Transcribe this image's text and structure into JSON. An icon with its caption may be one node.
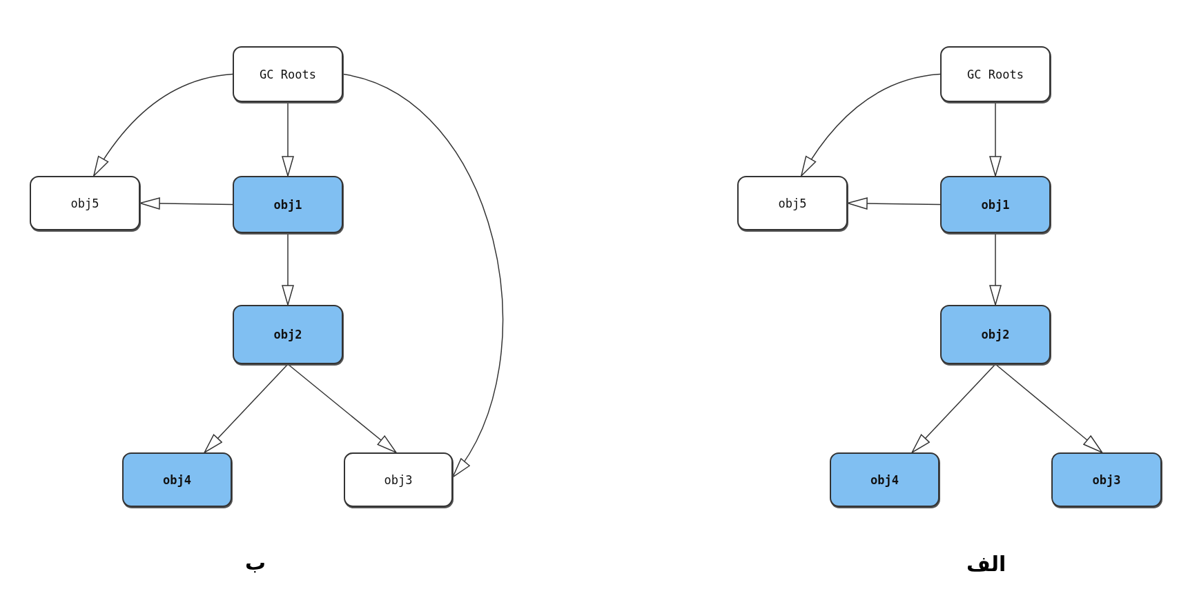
{
  "diagram": {
    "nodes": [
      {
        "text": [
          "GC Roots"
        ]
      },
      {
        "text": [
          "obj5"
        ]
      },
      {
        "text": [
          "obj1"
        ]
      },
      {
        "text": [
          "obj2"
        ]
      },
      {
        "text": [
          "obj4"
        ]
      },
      {
        "text": [
          "obj3"
        ]
      },
      {
        "text": [
          "GC Roots"
        ]
      },
      {
        "text": [
          "obj5"
        ]
      },
      {
        "text": [
          "obj1"
        ]
      },
      {
        "text": [
          "obj2"
        ]
      },
      {
        "text": [
          "obj4"
        ]
      },
      {
        "text": [
          "obj3"
        ]
      }
    ],
    "edges": [
      {
        "from": 0,
        "to": 1,
        "arrow": "to"
      },
      {
        "from": 0,
        "to": 2,
        "arrow": "to"
      },
      {
        "from": 0,
        "to": 5,
        "arrow": "to"
      },
      {
        "from": 2,
        "to": 1,
        "arrow": "to"
      },
      {
        "from": 2,
        "to": 3,
        "arrow": "to"
      },
      {
        "from": 3,
        "to": 4,
        "arrow": "to"
      },
      {
        "from": 3,
        "to": 5,
        "arrow": "to"
      },
      {
        "from": 6,
        "to": 7,
        "arrow": "to"
      },
      {
        "from": 6,
        "to": 8,
        "arrow": "to"
      },
      {
        "from": 8,
        "to": 7,
        "arrow": "to"
      },
      {
        "from": 8,
        "to": 9,
        "arrow": "to"
      },
      {
        "from": 9,
        "to": 10,
        "arrow": "to"
      },
      {
        "from": 9,
        "to": 11,
        "arrow": "to"
      }
    ],
    "labels": [
      "ب",
      "الف"
    ]
  }
}
